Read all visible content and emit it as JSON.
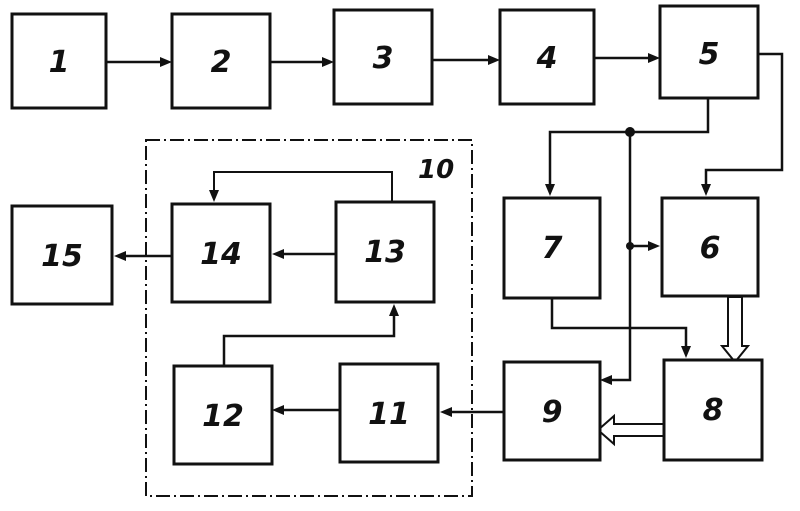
{
  "diagram": {
    "blocks": {
      "b1": "1",
      "b2": "2",
      "b3": "3",
      "b4": "4",
      "b5": "5",
      "b6": "6",
      "b7": "7",
      "b8": "8",
      "b9": "9",
      "b11": "11",
      "b12": "12",
      "b13": "13",
      "b14": "14",
      "b15": "15"
    },
    "group_label": "10"
  }
}
